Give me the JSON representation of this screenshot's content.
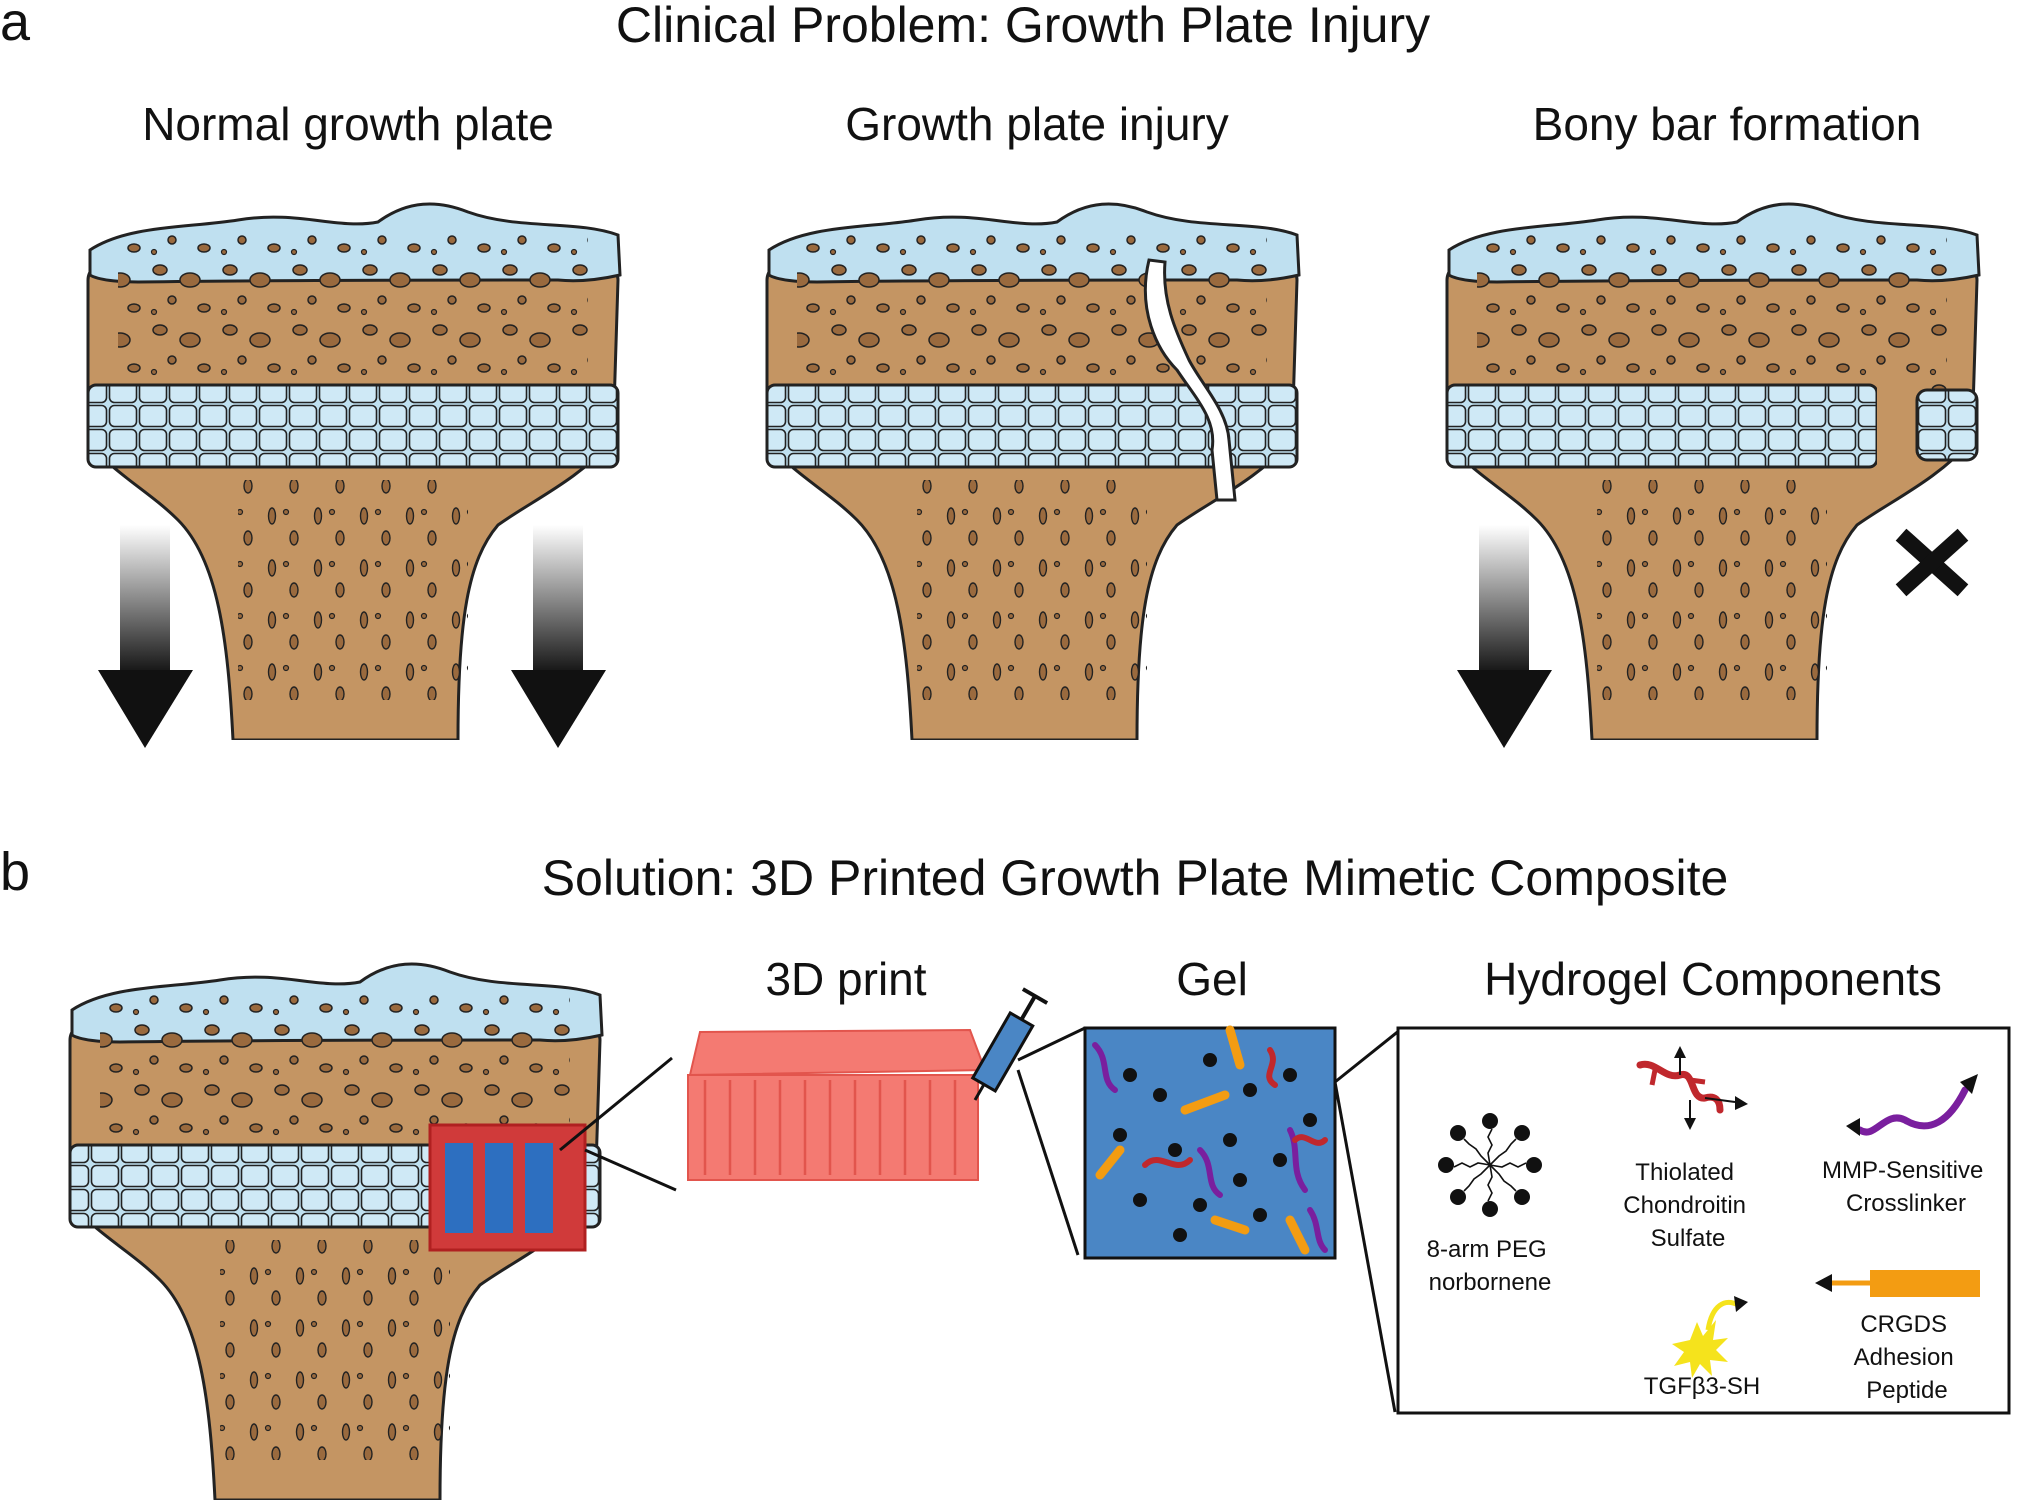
{
  "panel_a": {
    "letter": "a",
    "title": "Clinical Problem: Growth Plate Injury",
    "bones": [
      {
        "label": "Normal growth plate"
      },
      {
        "label": "Growth plate injury"
      },
      {
        "label": "Bony bar formation"
      }
    ]
  },
  "panel_b": {
    "letter": "b",
    "title": "Solution: 3D Printed Growth Plate Mimetic Composite",
    "print_label": "3D print",
    "gel_label": "Gel",
    "components_title": "Hydrogel Components",
    "components": {
      "peg": [
        "8-arm PEG",
        "norbornene"
      ],
      "cs": [
        "Thiolated",
        "Chondroitin",
        "Sulfate"
      ],
      "mmp": [
        "MMP-Sensitive",
        "Crosslinker"
      ],
      "tgf": [
        "TGFβ3-SH"
      ],
      "crgds": [
        "CRGDS",
        "Adhesion",
        "Peptide"
      ]
    }
  },
  "colors": {
    "bone": "#c49563",
    "cartilage": "#bfe0f0",
    "pore": "#9a6a3e",
    "print": "#f47a72",
    "print_dark": "#e2554d",
    "gel": "#4a86c5",
    "red": "#c0282d",
    "purple": "#7a1f9e",
    "orange": "#f39c12",
    "yellow": "#f5e31c",
    "implant_red": "#d03a3a",
    "implant_blue": "#2d6fc0"
  }
}
